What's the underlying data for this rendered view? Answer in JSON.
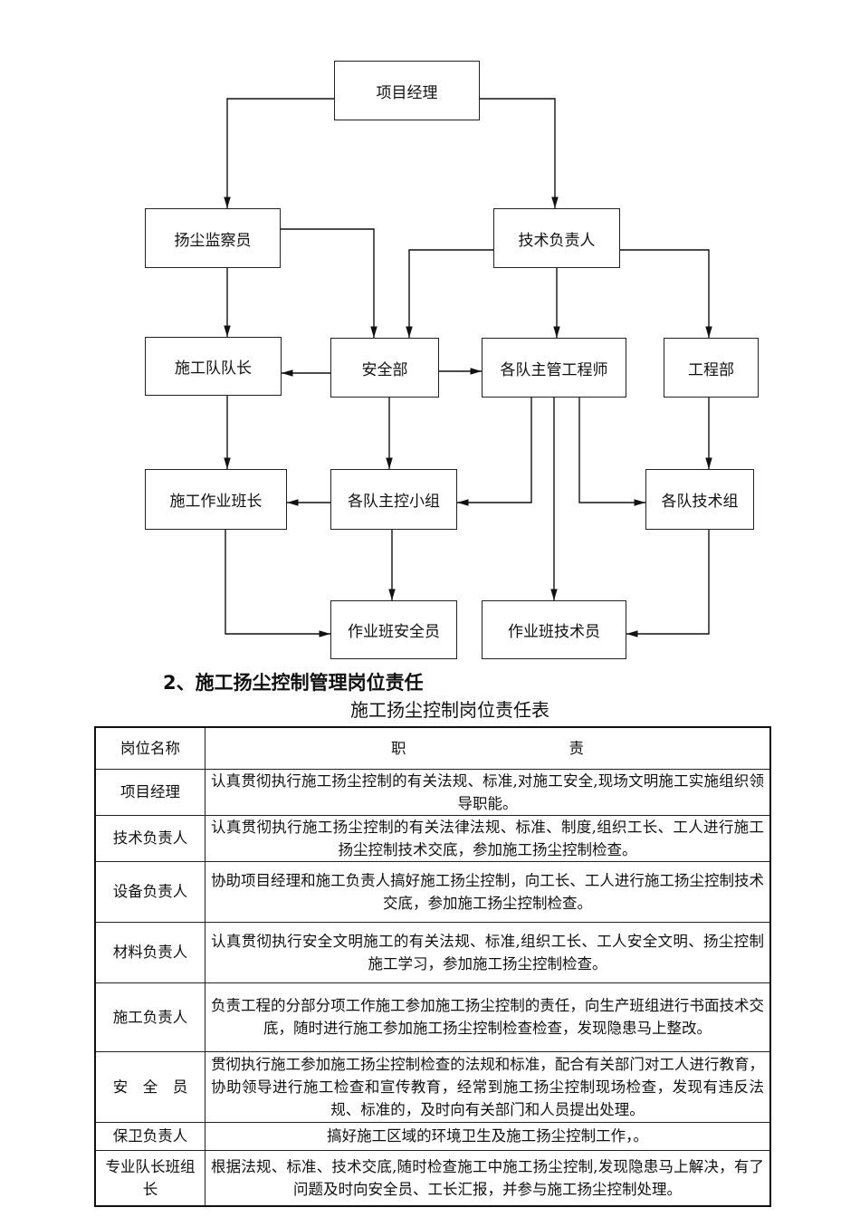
{
  "org_chart": {
    "boxes": {
      "project_manager": "项目经理",
      "dust_inspector": "扬尘监察员",
      "technical_lead": "技术负责人",
      "team_captain": "施工队队长",
      "safety_dept": "安全部",
      "chief_engineer": "各队主管工程师",
      "engineering_dept": "工程部",
      "work_team_leader": "施工作业班长",
      "control_group": "各队主控小组",
      "tech_group": "各队技术组",
      "team_safety_officer": "作业班安全员",
      "team_technician": "作业班技术员"
    }
  },
  "section_heading": "2、施工扬尘控制管理岗位责任",
  "table": {
    "caption": "施工扬尘控制岗位责任表",
    "header": {
      "role": "岗位名称",
      "duty_1": "职",
      "duty_2": "责"
    },
    "rows": [
      {
        "role": "项目经理",
        "duty": "认真贯彻执行施工扬尘控制的有关法规、标准,对施工安全,现场文明施工实施组织领导职能。"
      },
      {
        "role": "技术负责人",
        "duty": "认真贯彻执行施工扬尘控制的有关法律法规、标准、制度,组织工长、工人进行施工扬尘控制技术交底，参加施工扬尘控制检查。"
      },
      {
        "role": "设备负责人",
        "duty": "协助项目经理和施工负责人搞好施工扬尘控制，向工长、工人进行施工扬尘控制技术交底，参加施工扬尘控制检查。"
      },
      {
        "role": "材料负责人",
        "duty": "认真贯彻执行安全文明施工的有关法规、标准,组织工长、工人安全文明、扬尘控制施工学习，参加施工扬尘控制检查。"
      },
      {
        "role": "施工负责人",
        "duty": "负责工程的分部分项工作施工参加施工扬尘控制的责任，向生产班组进行书面技术交底，随时进行施工参加施工扬尘控制检查检查，发现隐患马上整改。"
      },
      {
        "role": "安　全　员",
        "duty": "贯彻执行施工参加施工扬尘控制检查的法规和标准，配合有关部门对工人进行教育，协助领导进行施工检查和宣传教育，经常到施工扬尘控制现场检查，发现有违反法规、标准的，及时向有关部门和人员提出处理。"
      },
      {
        "role": "保卫负责人",
        "duty": "搞好施工区域的环境卫生及施工扬尘控制工作，。"
      },
      {
        "role": "专业队长班组长",
        "duty": "根据法规、标准、技术交底,随时检查施工中施工扬尘控制,发现隐患马上解决，有了问题及时向安全员、工长汇报，并参与施工扬尘控制处理。"
      }
    ]
  }
}
